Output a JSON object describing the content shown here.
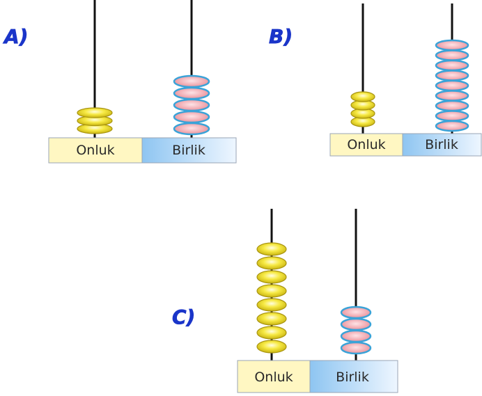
{
  "colors": {
    "label": "#1a35c9",
    "rod": "#111111",
    "tens_box": "#fff7c2",
    "ones_box_light": "#eaf4ff",
    "ones_box_dark": "#8fc6f2",
    "bead_yellow": "#f7e84a",
    "bead_pink": "#f3b7bd",
    "bead_blue_edge": "#3aa3d8"
  },
  "abacuses": [
    {
      "label": "A)",
      "tens_label": "Onluk",
      "ones_label": "Birlik",
      "tens": 3,
      "ones": 5
    },
    {
      "label": "B)",
      "tens_label": "Onluk",
      "ones_label": "Birlik",
      "tens": 4,
      "ones": 9
    },
    {
      "label": "C)",
      "tens_label": "Onluk",
      "ones_label": "Birlik",
      "tens": 8,
      "ones": 4
    }
  ]
}
